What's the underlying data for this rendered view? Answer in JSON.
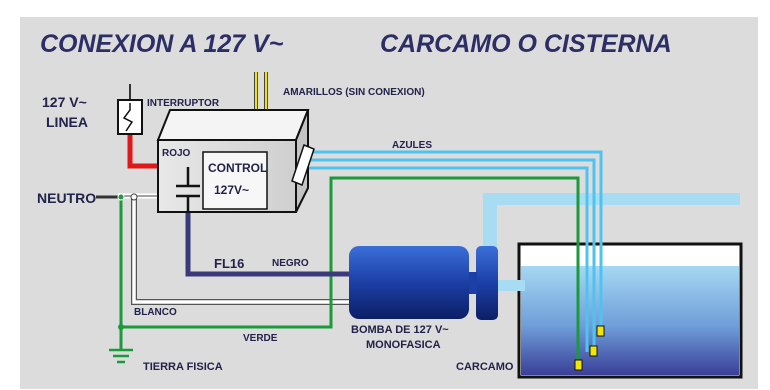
{
  "title": {
    "left": "CONEXION A 127 V~",
    "right": "CARCAMO O CISTERNA"
  },
  "labels": {
    "line_voltage": "127 V~",
    "line": "LINEA",
    "switch": "INTERRUPTOR",
    "yellows": "AMARILLOS (SIN CONEXION)",
    "red": "ROJO",
    "control": "CONTROL",
    "control_voltage": "127V~",
    "blues": "AZULES",
    "neutral": "NEUTRO",
    "fl16": "FL16",
    "black": "NEGRO",
    "white": "BLANCO",
    "green": "VERDE",
    "pump_line1": "BOMBA DE 127 V~",
    "pump_line2": "MONOFASICA",
    "ground": "TIERRA FISICA",
    "sump": "CARCAMO"
  },
  "colors": {
    "background": "#dcdcdc",
    "title": "#2e2e66",
    "label": "#22224a",
    "red_wire": "#e01818",
    "blue_wire": "#4fc3f0",
    "green_wire": "#1a9a3a",
    "black_wire": "#3a3a7a",
    "pipe": "#a8dcf2",
    "float": "#f2e600"
  },
  "icons": {
    "ground": "ground-symbol-icon",
    "switch": "switch-icon",
    "capacitor": "capacitor-icon",
    "float_sensor": "float-sensor-icon"
  }
}
